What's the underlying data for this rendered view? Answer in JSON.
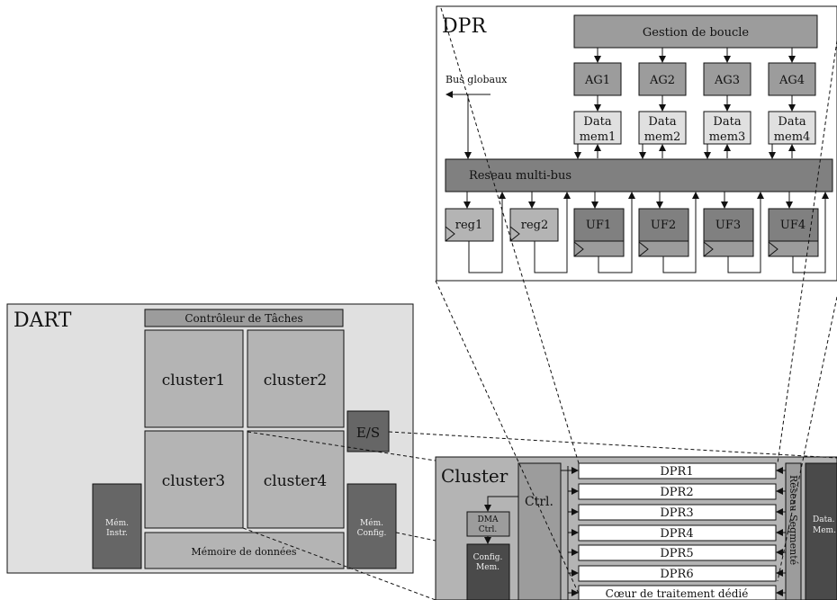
{
  "dpr": {
    "title": "DPR",
    "loop_manager": "Gestion de boucle",
    "global_bus": "Bus globaux",
    "address_generators": [
      "AG1",
      "AG2",
      "AG3",
      "AG4"
    ],
    "data_mems": [
      [
        "Data",
        "mem1"
      ],
      [
        "Data",
        "mem2"
      ],
      [
        "Data",
        "mem3"
      ],
      [
        "Data",
        "mem4"
      ]
    ],
    "network": "Reseau multi-bus",
    "registers": [
      "reg1",
      "reg2"
    ],
    "functional_units": [
      "UF1",
      "UF2",
      "UF3",
      "UF4"
    ]
  },
  "dart": {
    "title": "DART",
    "task_controller": "Contrôleur de Tâches",
    "clusters": [
      "cluster1",
      "cluster2",
      "cluster3",
      "cluster4"
    ],
    "io": "E/S",
    "instr_mem": [
      "Mém.",
      "Instr."
    ],
    "config_mem": [
      "Mém.",
      "Config."
    ],
    "data_mem": "Mémoire de données"
  },
  "cluster": {
    "title": "Cluster",
    "ctrl": "Ctrl.",
    "dma": [
      "DMA",
      "Ctrl."
    ],
    "config_mem": [
      "Config.",
      "Mem."
    ],
    "dprs": [
      "DPR1",
      "DPR2",
      "DPR3",
      "DPR4",
      "DPR5",
      "DPR6"
    ],
    "dedicated_core": "Cœur de traitement dédié",
    "segmented_network": "Réseau Segmenté",
    "data_mem": [
      "Data.",
      "Mem."
    ]
  },
  "colors": {
    "light": "#e0e0e0",
    "mid": "#b4b4b4",
    "medium": "#9c9c9c",
    "dark": "#808080",
    "darker": "#666666",
    "darkest": "#4a4a4a"
  }
}
